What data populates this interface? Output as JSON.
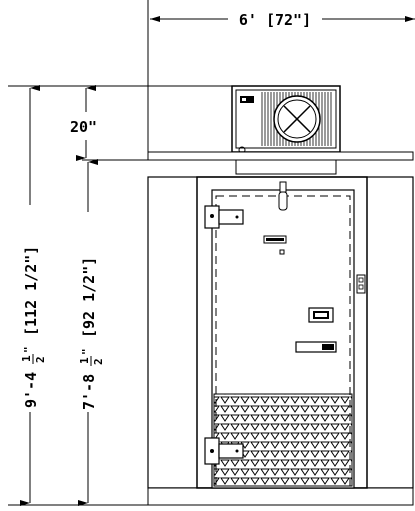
{
  "dimensions": {
    "width": "6' [72\"]",
    "condenser_height": "20\"",
    "overall_height_main": "9'-4",
    "overall_height_frac_top": "1",
    "overall_height_frac_bottom": "2",
    "overall_height_unit": "\"",
    "overall_height_bracket": "[112 1/2\"]",
    "box_height_main": "7'-8",
    "box_height_frac_top": "1",
    "box_height_frac_bottom": "2",
    "box_height_unit": "\"",
    "box_height_bracket": "[92 1/2\"]"
  },
  "colors": {
    "line": "#000000",
    "background": "#ffffff"
  },
  "icons": {
    "fan": "fan-x-icon",
    "hinge": "hinge-icon",
    "latch": "latch-icon",
    "light_switch": "light-switch-icon",
    "thermometer": "thermometer-icon",
    "nameplate": "nameplate-icon"
  }
}
